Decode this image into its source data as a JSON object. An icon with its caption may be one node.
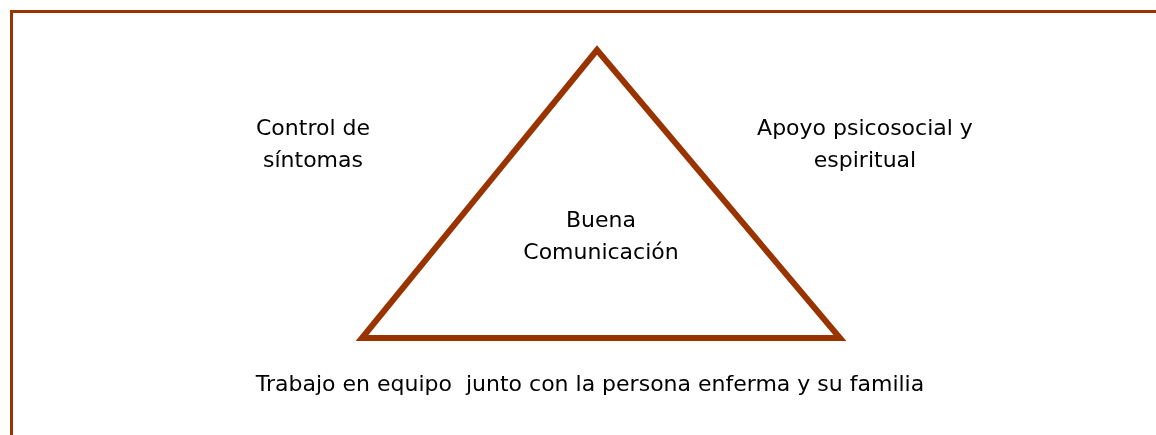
{
  "diagram": {
    "nodes": [
      {
        "text": [
          "Buena Comunicación"
        ]
      }
    ],
    "labels": [
      "Control de síntomas",
      "Apoyo psicosocial y espiritual",
      "Trabajo en equipo  junto con la persona enferma y su familia"
    ]
  }
}
